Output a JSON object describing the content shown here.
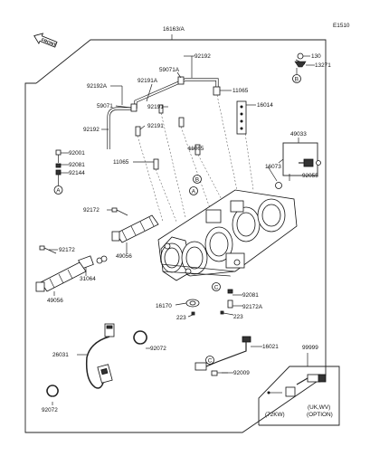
{
  "diagram_code": "E1510",
  "front_label": "FRONT",
  "ref_letters": {
    "A": "A",
    "B": "B",
    "C": "C"
  },
  "labels": {
    "p16163A": "16163/A",
    "p92192_top": "92192",
    "p59071A": "59071A",
    "p92192A": "92192A",
    "p92191A": "92191A",
    "p11065_top": "11065",
    "p59071": "59071",
    "p92191_a": "92191",
    "p16014": "16014",
    "p92192_mid": "92192",
    "p92191_b": "92191",
    "p11065_mid": "11065",
    "p92001": "92001",
    "p92081_left": "92081",
    "p92144": "92144",
    "p11065_low": "11065",
    "p16073": "16073",
    "p92172_a": "92172",
    "p92172_b": "92172",
    "p49056_a": "49056",
    "p31064": "31064",
    "p49056_b": "49056",
    "p130": "130",
    "p13271": "13271",
    "p49033": "49033",
    "p92055": "92055",
    "p16170": "16170",
    "p92081_right": "92081",
    "p92172A": "92172A",
    "p223_a": "223",
    "p223_b": "223",
    "p16021": "16021",
    "p26031": "26031",
    "p92072_a": "92072",
    "p92072_b": "92072",
    "p92009": "92009",
    "p99999": "99999",
    "option_72kw": "(72KW)",
    "option_region": "(UK,WV)",
    "option_text": "(OPTION)"
  }
}
